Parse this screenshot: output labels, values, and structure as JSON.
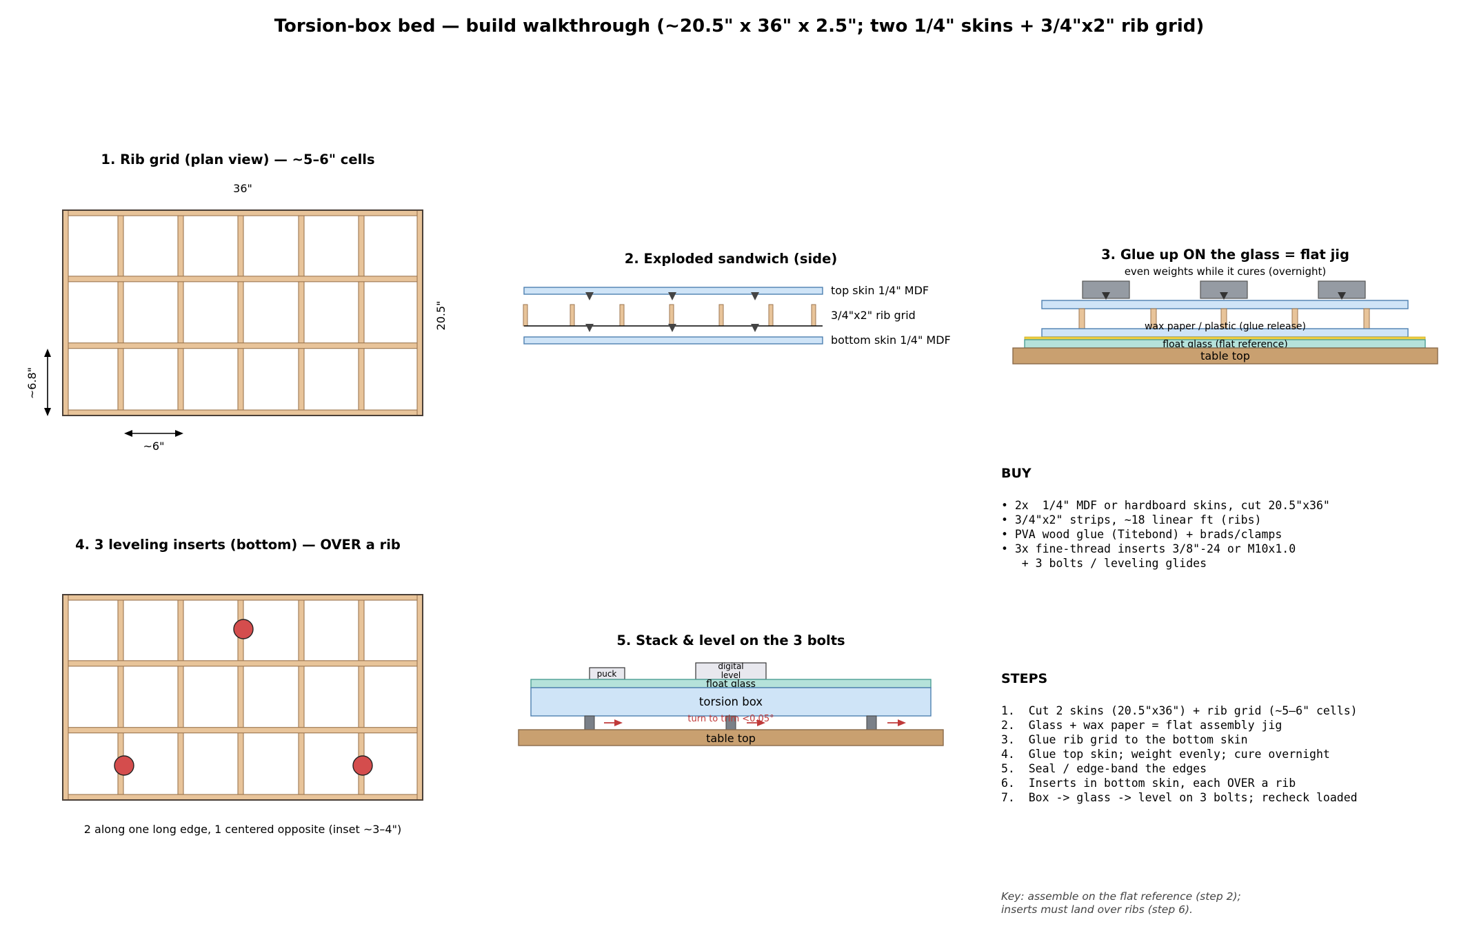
{
  "title": "Torsion-box bed — build walkthrough  (~20.5\" x 36\" x 2.5\";  two 1/4\" skins + 3/4\"x2\" rib grid)",
  "panel1": {
    "title": "1.  Rib grid (plan view) — ~5–6\" cells",
    "width_label": "36\"",
    "height_label": "20.5\"",
    "cell_w_label": "~6\"",
    "cell_h_label": "~6.8\""
  },
  "panel2": {
    "title": "2.  Exploded sandwich (side)",
    "top_label": "top skin  1/4\" MDF",
    "rib_label": "3/4\"x2\" rib grid",
    "bottom_label": "bottom skin  1/4\" MDF"
  },
  "panel3": {
    "title": "3.  Glue up ON the glass = flat jig",
    "subtitle": "even weights while it cures (overnight)",
    "wax_label": "wax paper / plastic (glue release)",
    "glass_label": "float glass (flat reference)",
    "table_label": "table top"
  },
  "panel4": {
    "title": "4.  3 leveling inserts (bottom) — OVER a rib",
    "caption": "2 along one long edge,  1 centered opposite  (inset ~3–4\")"
  },
  "panel5": {
    "title": "5.  Stack & level on the 3 bolts",
    "puck_label": "puck",
    "level_label_1": "digital",
    "level_label_2": "level",
    "glass_label": "float glass",
    "box_label": "torsion box",
    "turn_label": "turn to trim <0.05°",
    "table_label": "table top"
  },
  "buy": {
    "heading": "BUY",
    "lines": [
      "• 2x  1/4\" MDF or hardboard skins, cut 20.5\"x36\"",
      "• 3/4\"x2\" strips, ~18 linear ft (ribs)",
      "• PVA wood glue (Titebond) + brads/clamps",
      "• 3x fine-thread inserts 3/8\"-24 or M10x1.0",
      "   + 3 bolts / leveling glides"
    ]
  },
  "steps": {
    "heading": "STEPS",
    "lines": [
      "1.  Cut 2 skins (20.5\"x36\") + rib grid (~5–6\" cells)",
      "2.  Glass + wax paper = flat assembly jig",
      "3.  Glue rib grid to the bottom skin",
      "4.  Glue top skin; weight evenly; cure overnight",
      "5.  Seal / edge-band the edges",
      "6.  Inserts in bottom skin, each OVER a rib",
      "7.  Box -> glass -> level on 3 bolts; recheck loaded"
    ]
  },
  "key": {
    "line1": "Key: assemble on the flat reference (step 2);",
    "line2": "inserts must land over ribs (step 6)."
  },
  "colors": {
    "wood": "#e8c49a",
    "wood_edge": "#9c7650",
    "frame": "#4a3f37",
    "skin": "#cfe4f7",
    "skin_edge": "#4d7fb0",
    "glass": "#b5e2da",
    "glass_edge": "#4e9f94",
    "table": "#c9a070",
    "table_edge": "#8a6a4a",
    "weight": "#959ba3",
    "insert": "#d44d4d",
    "arrow": "#c03a3a",
    "yellow": "#f0d040"
  }
}
